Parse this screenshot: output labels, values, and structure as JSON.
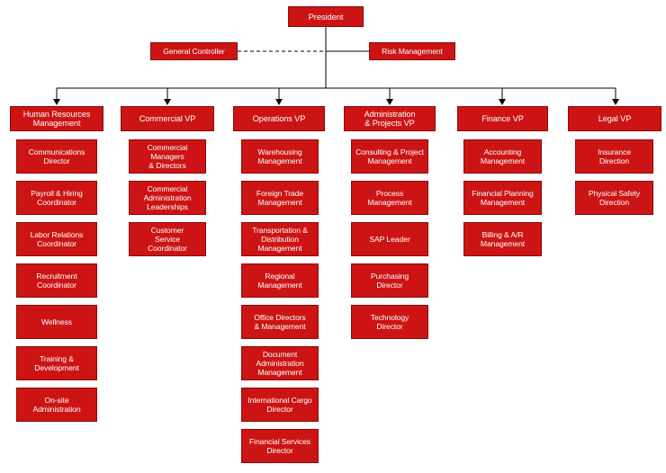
{
  "president": "President",
  "general_controller": "General Controller",
  "risk_management": "Risk Management",
  "departments": [
    {
      "title": "Human Resources\nManagement",
      "items": [
        "Communications\nDirector",
        "Payroll & Hiring\nCoordinator",
        "Labor Relations\nCoordinator",
        "Recruitment\nCoordinator",
        "Wellness",
        "Training &\nDevelopment",
        "On-site\nAdministration"
      ]
    },
    {
      "title": "Commercial VP",
      "items": [
        "Commercial\nManagers\n& Directors",
        "Commercial\nAdministration\nLeaderships",
        "Customer\nService\nCoordinator"
      ]
    },
    {
      "title": "Operations VP",
      "items": [
        "Warehousing\nManagement",
        "Foreign Trade\nManagement",
        "Transportation &\nDistribution\nManagement",
        "Regional\nManagement",
        "Office Directors\n& Management",
        "Document\nAdministration\nManagement",
        "International Cargo\nDirector",
        "Financial Services\nDirector"
      ]
    },
    {
      "title": "Administration\n& Projects VP",
      "items": [
        "Consulting & Project\nManagement",
        "Process\nManagement",
        "SAP Leader",
        "Purchasing\nDirector",
        "Technology\nDirector"
      ]
    },
    {
      "title": "Finance  VP",
      "items": [
        "Accounting\nManagement",
        "Financial Planning\nManagement",
        "Billing & A/R\nManagement"
      ]
    },
    {
      "title": "Legal VP",
      "items": [
        "Insurance\nDirection",
        "Physical Safety\nDirection"
      ]
    }
  ],
  "colors": {
    "box_fill": "#cc1414",
    "box_border": "#8e0a0a",
    "box_text": "#ffffff",
    "connector": "#000000"
  }
}
